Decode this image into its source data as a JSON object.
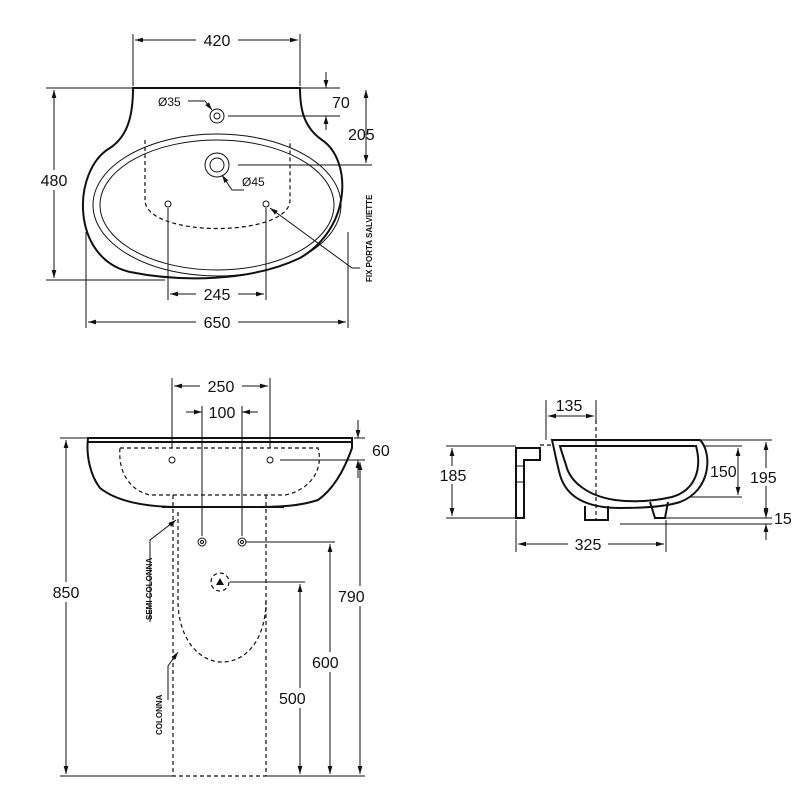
{
  "top_view": {
    "width_top": "420",
    "height_total": "480",
    "tap_hole": "Ø35",
    "tap_offset": "70",
    "drain_offset": "205",
    "drain_hole": "Ø45",
    "towel_label": "FIX PORTA SALVIETTE",
    "fix_spacing": "245",
    "width_total": "650"
  },
  "front_view": {
    "spacing_outer": "250",
    "spacing_inner": "100",
    "rim_height": "60",
    "total_height": "850",
    "semi_label": "SEMI COLONNA",
    "column_label": "COLONNA",
    "height_790": "790",
    "height_600": "600",
    "height_500": "500"
  },
  "side_view": {
    "depth_tap": "135",
    "height_185": "185",
    "height_150": "150",
    "height_195": "195",
    "base_15": "15",
    "depth_325": "325"
  }
}
